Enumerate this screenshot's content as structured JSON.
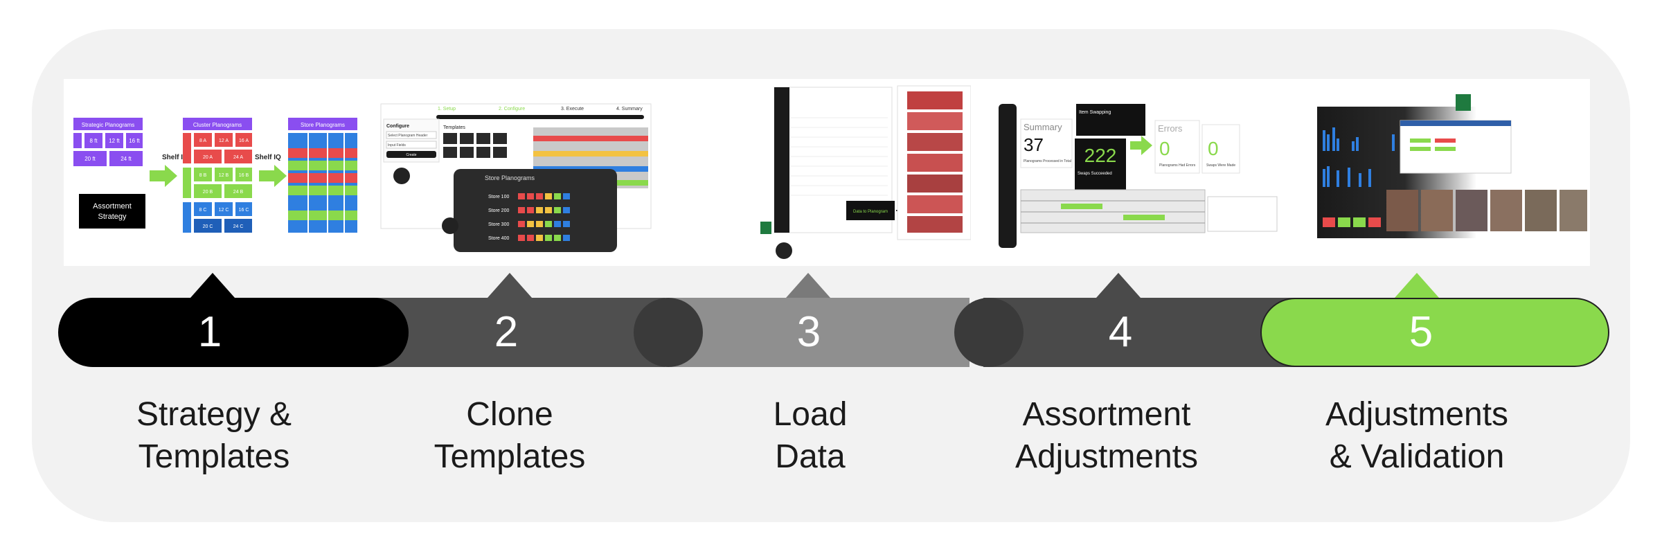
{
  "steps": [
    {
      "number": "1",
      "line1": "Strategy &",
      "line2": "Templates"
    },
    {
      "number": "2",
      "line1": "Clone",
      "line2": "Templates"
    },
    {
      "number": "3",
      "line1": "Load",
      "line2": "Data"
    },
    {
      "number": "4",
      "line1": "Assortment",
      "line2": "Adjustments"
    },
    {
      "number": "5",
      "line1": "Adjustments",
      "line2": "& Validation"
    }
  ],
  "thumb1": {
    "strategic": "Strategic Planograms",
    "cluster": "Cluster Planograms",
    "store": "Store Planograms",
    "shelf_iq_a": "Shelf IQ",
    "shelf_iq_b": "Shelf IQ",
    "assortment": "Assortment",
    "strategy": "Strategy",
    "s_8ft": "8 ft",
    "s_12ft": "12 ft",
    "s_16ft": "16 ft",
    "s_20ft": "20 ft",
    "s_24ft": "24 ft",
    "c_8a": "8 A",
    "c_12a": "12 A",
    "c_16a": "16 A",
    "c_20a": "20 A",
    "c_24a": "24 A",
    "c_8b": "8 B",
    "c_12b": "12 B",
    "c_16b": "16 B",
    "c_20b": "20 B",
    "c_24b": "24 B",
    "c_8c": "8 C",
    "c_12c": "12 C",
    "c_16c": "16 C",
    "c_20c": "20 C",
    "c_24c": "24 C"
  },
  "thumb2": {
    "step1": "1. Setup",
    "step2": "2. Configure",
    "step3": "3. Execute",
    "step4": "4. Summary",
    "configure": "Configure",
    "select_header": "Select Planogram Header",
    "input_field": "Input Fields",
    "create": "Create",
    "templates": "Templates",
    "store_planograms": "Store Planograms",
    "store100": "Store 100",
    "store200": "Store 200",
    "store300": "Store 300",
    "store400": "Store 400"
  },
  "thumb3": {
    "data_to_planogram": "Data to Planogram"
  },
  "thumb4": {
    "summary": "Summary",
    "summary_value": "37",
    "summary_note": "Planograms Processed in Total",
    "item_swapping": "Item Swapping",
    "swap_value": "222",
    "swap_note": "Swaps Succeeded",
    "errors": "Errors",
    "err_value_1": "0",
    "err_note_1": "Planograms Had Errors",
    "err_value_2": "0",
    "err_note_2": "Swaps Were Made"
  },
  "colors": {
    "black": "#000000",
    "gray_dark": "#4f4f4f",
    "gray_mid": "#7a7a7a",
    "gray_light": "#8f8f8f",
    "band4": "#4a4a4a",
    "green": "#8ad94c",
    "purple": "#8a4ef0",
    "card": "#f2f2f2"
  }
}
